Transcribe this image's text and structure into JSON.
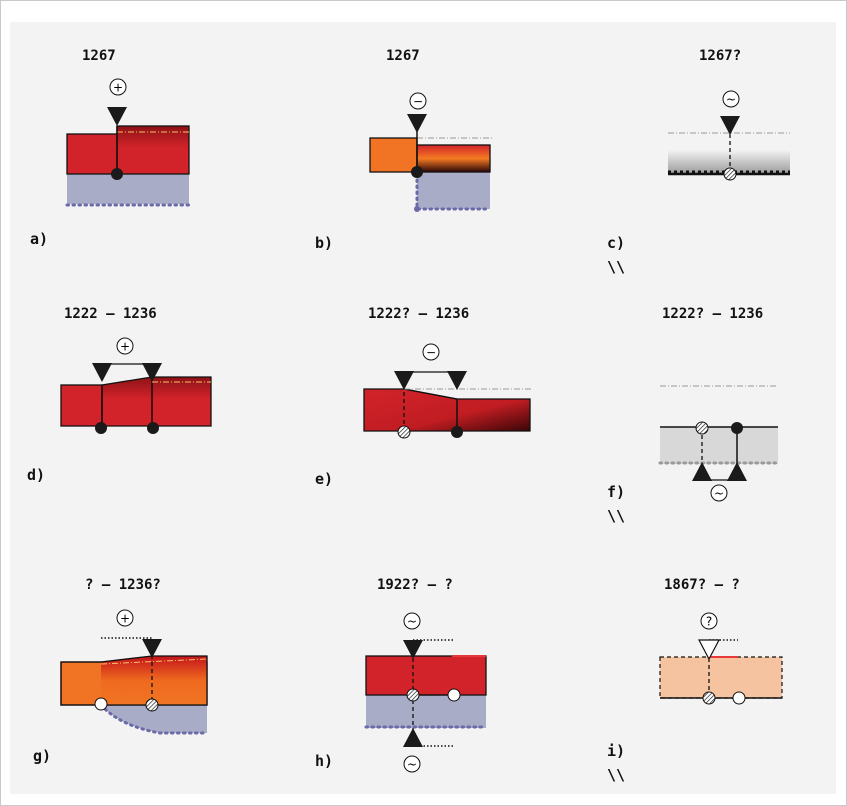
{
  "panels": [
    {
      "id": "a",
      "date": "1267",
      "sign": "+",
      "label": "a)"
    },
    {
      "id": "b",
      "date": "1267",
      "sign": "−",
      "label": "b)"
    },
    {
      "id": "c",
      "date": "1267?",
      "sign": "~",
      "label": "c)",
      "break": "\\\\"
    },
    {
      "id": "d",
      "date": "1222  –  1236",
      "sign": "+",
      "label": "d)"
    },
    {
      "id": "e",
      "date": "1222? –  1236",
      "sign": "−",
      "label": "e)"
    },
    {
      "id": "f",
      "date": "1222? –  1236",
      "sign": "~",
      "label": "f)",
      "break": "\\\\"
    },
    {
      "id": "g",
      "date": "? –  1236?",
      "sign": "+",
      "label": "g)"
    },
    {
      "id": "h",
      "date": "1922?  –  ?",
      "sign_top": "~",
      "sign_bottom": "~",
      "label": "h)"
    },
    {
      "id": "i",
      "date": "1867?  –   ?",
      "sign": "?",
      "label": "i)",
      "break": "\\\\"
    }
  ],
  "colors": {
    "red": "#d2232a",
    "dark_red": "#7a0f12",
    "orange": "#f07424",
    "peach": "#f5c3a0",
    "blue_grey": "#a9acc7",
    "dot_blue": "#6a6aa8",
    "grey_fill": "#d8d8d8",
    "panel_bg": "#f3f3f3"
  },
  "icons": [
    "plus-circle-icon",
    "minus-circle-icon",
    "tilde-circle-icon",
    "question-circle-icon",
    "triangle-marker-icon",
    "hatched-node-icon",
    "open-node-icon",
    "filled-node-icon"
  ]
}
